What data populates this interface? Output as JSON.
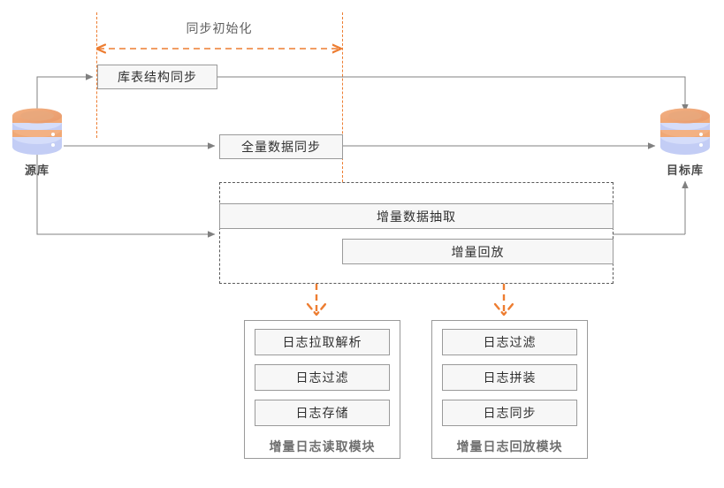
{
  "diagram": {
    "title_top": "同步初始化",
    "source_db_label": "源库",
    "target_db_label": "目标库",
    "stages": [
      {
        "id": "schema-sync",
        "label": "库表结构同步"
      },
      {
        "id": "full-data-sync",
        "label": "全量数据同步"
      },
      {
        "id": "incremental-extract",
        "label": "增量数据抽取"
      },
      {
        "id": "incremental-replay",
        "label": "增量回放"
      }
    ],
    "modules": [
      {
        "id": "log-read-module",
        "title": "增量日志读取模块",
        "items": [
          "日志拉取解析",
          "日志过滤",
          "日志存储"
        ]
      },
      {
        "id": "log-replay-module",
        "title": "增量日志回放模块",
        "items": [
          "日志过滤",
          "日志拼装",
          "日志同步"
        ]
      }
    ],
    "colors": {
      "accent_orange": "#ed7d31",
      "line_gray": "#808080",
      "box_fill": "#f7f7f7",
      "box_border": "#9a9a9a",
      "text_dark": "#2f2f2f",
      "text_muted": "#6f6f6f",
      "db_top": "#f0a875",
      "db_body": "#c3cdf5"
    }
  }
}
